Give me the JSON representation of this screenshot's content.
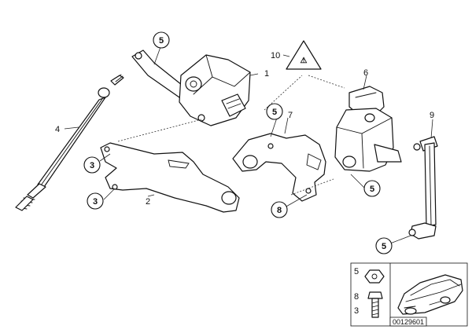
{
  "diagram": {
    "callouts": [
      {
        "id": "c5a",
        "label": "5"
      },
      {
        "id": "c3a",
        "label": "3"
      },
      {
        "id": "c3b",
        "label": "3"
      },
      {
        "id": "c5b",
        "label": "5"
      },
      {
        "id": "c8",
        "label": "8"
      },
      {
        "id": "c5c",
        "label": "5"
      },
      {
        "id": "c5d",
        "label": "5"
      }
    ],
    "labels": [
      {
        "id": "l1",
        "label": "1"
      },
      {
        "id": "l2",
        "label": "2"
      },
      {
        "id": "l4",
        "label": "4"
      },
      {
        "id": "l6",
        "label": "6"
      },
      {
        "id": "l7",
        "label": "7"
      },
      {
        "id": "l9",
        "label": "9"
      },
      {
        "id": "l10",
        "label": "10"
      }
    ],
    "inset": {
      "labels": [
        "5",
        "8",
        "3"
      ],
      "reference_number": "00129601"
    }
  }
}
